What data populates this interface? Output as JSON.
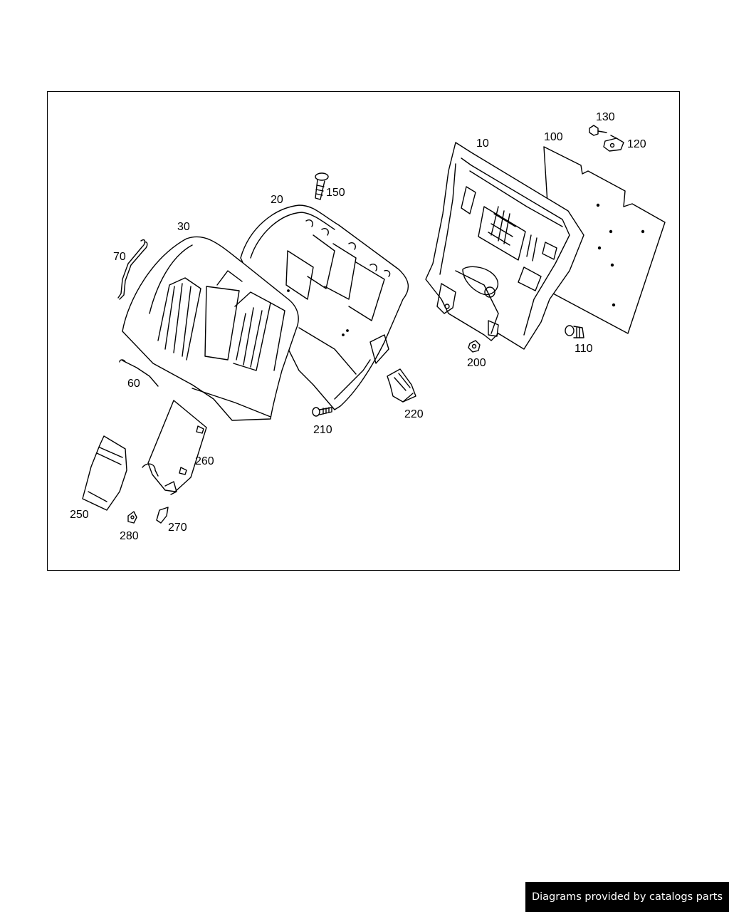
{
  "diagram": {
    "callouts": {
      "p10": "10",
      "p20": "20",
      "p30": "30",
      "p60": "60",
      "p70": "70",
      "p100": "100",
      "p110": "110",
      "p120": "120",
      "p130": "130",
      "p150": "150",
      "p200": "200",
      "p210": "210",
      "p220": "220",
      "p250": "250",
      "p260": "260",
      "p270": "270",
      "p280": "280"
    }
  },
  "footer": {
    "credit": "Diagrams provided by catalogs parts"
  }
}
